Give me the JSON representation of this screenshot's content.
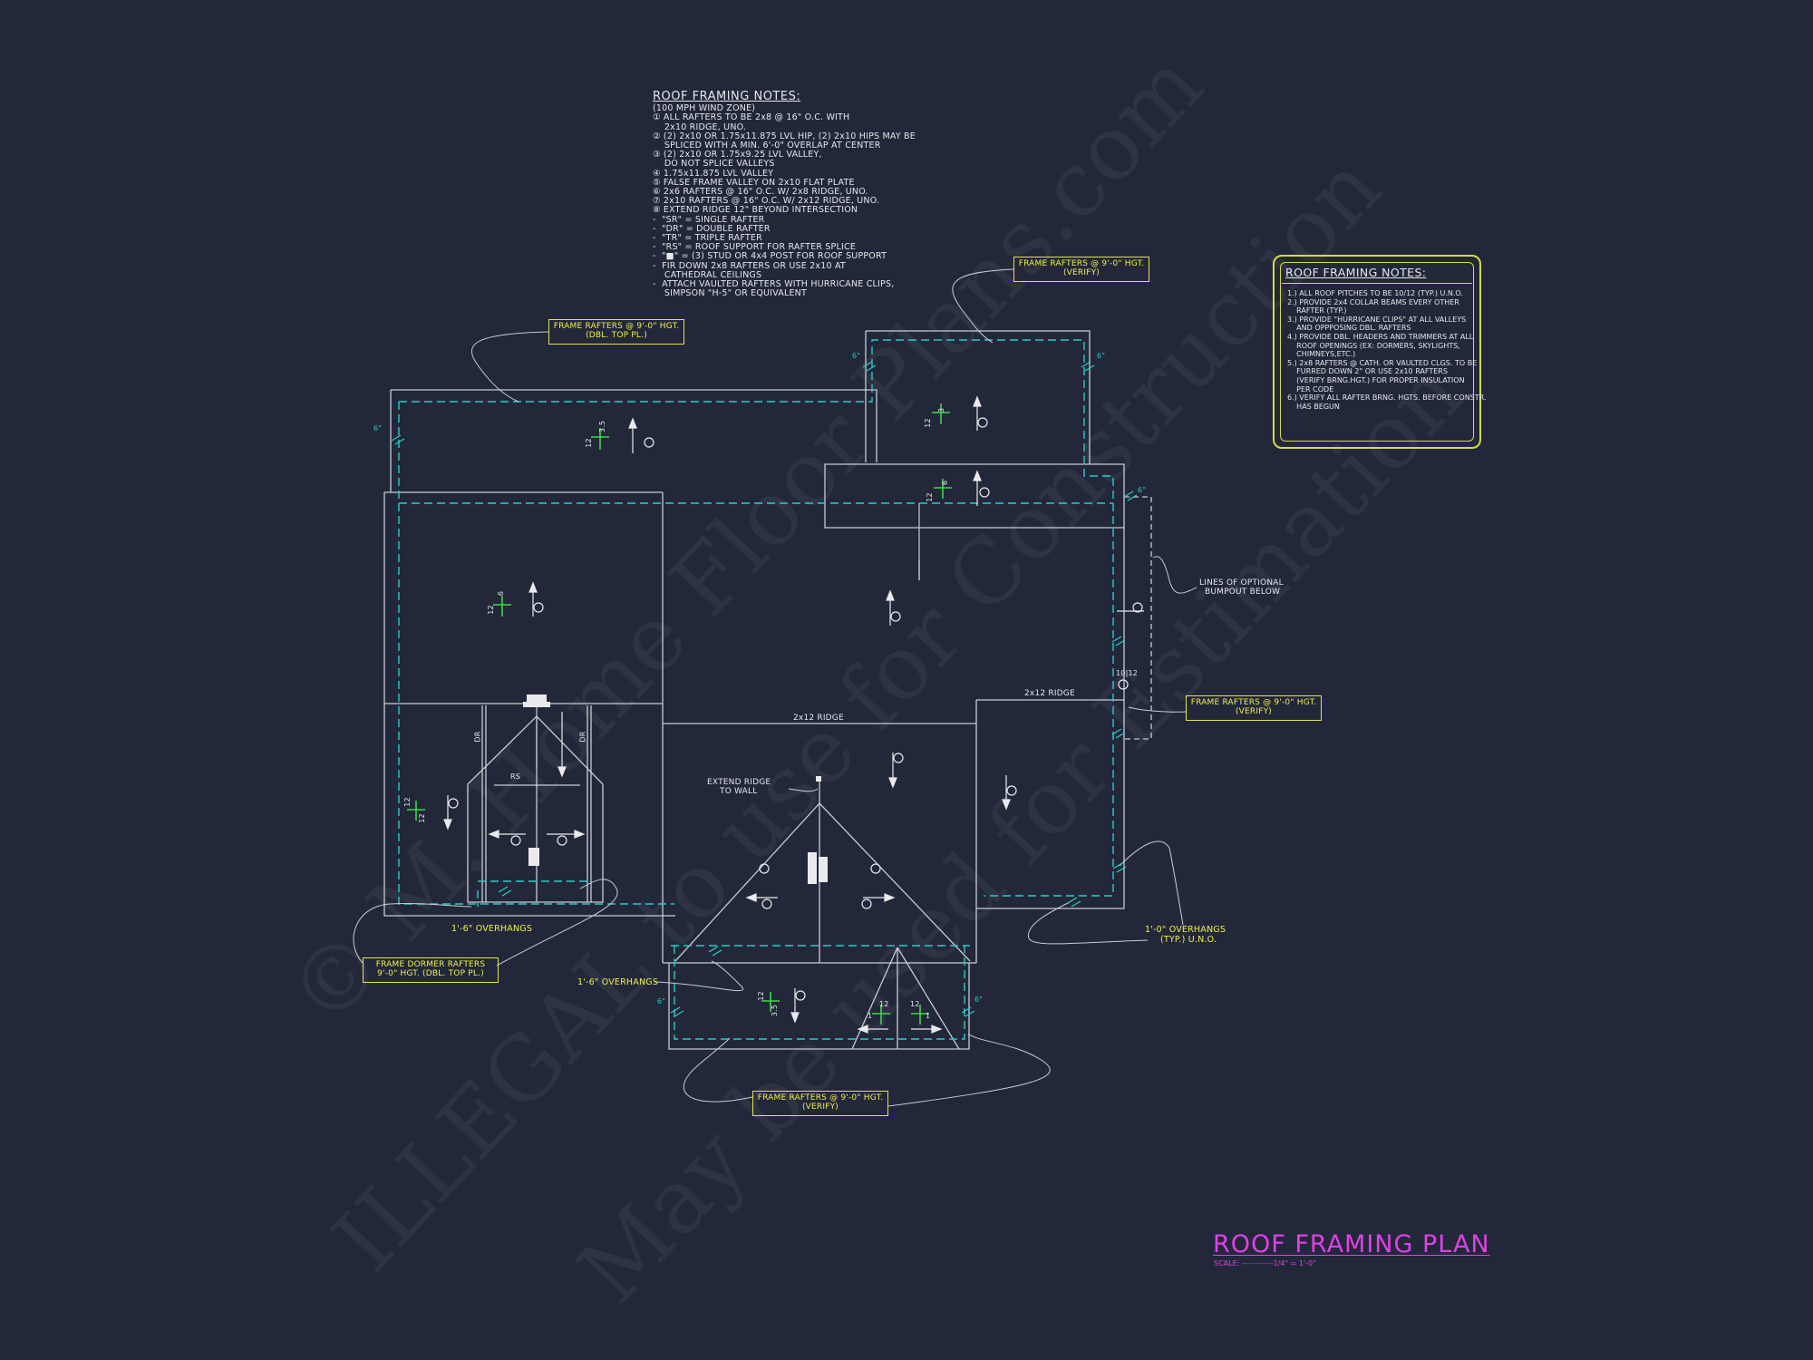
{
  "watermark": {
    "line1": "© M. Home Floor Plans.com",
    "line2": "ILLEGAL to use for Construction",
    "line3": "May be used for Estimation"
  },
  "roof_notes": {
    "title": "ROOF FRAMING NOTES:",
    "lines": [
      "(100 MPH WIND ZONE)",
      "① ALL RAFTERS TO BE 2x8 @ 16\" O.C. WITH",
      "    2x10 RIDGE, UNO.",
      "② (2) 2x10 OR 1.75x11.875 LVL HIP, (2) 2x10 HIPS MAY BE",
      "    SPLICED WITH A MIN. 6'-0\" OVERLAP AT CENTER",
      "③ (2) 2x10 OR 1.75x9.25 LVL VALLEY,",
      "    DO NOT SPLICE VALLEYS",
      "④ 1.75x11.875 LVL VALLEY",
      "⑤ FALSE FRAME VALLEY ON 2x10 FLAT PLATE",
      "⑥ 2x6 RAFTERS @ 16\" O.C. W/ 2x8 RIDGE, UNO.",
      "⑦ 2x10 RAFTERS @ 16\" O.C. W/ 2x12 RIDGE, UNO.",
      "⑧ EXTEND RIDGE 12\" BEYOND INTERSECTION",
      "-  \"SR\" = SINGLE RAFTER",
      "-  \"DR\" = DOUBLE RAFTER",
      "-  \"TR\" = TRIPLE RAFTER",
      "-  \"RS\" = ROOF SUPPORT FOR RAFTER SPLICE",
      "-  \"■\" = (3) STUD OR 4x4 POST FOR ROOF SUPPORT",
      "-  FIR DOWN 2x8 RAFTERS OR USE 2x10 AT",
      "    CATHEDRAL CEILINGS",
      "-  ATTACH VAULTED RAFTERS WITH HURRICANE CLIPS,",
      "    SIMPSON \"H-5\" OR EQUIVALENT"
    ]
  },
  "general_notes": {
    "title": "ROOF FRAMING NOTES:",
    "lines": [
      "1.) ALL ROOF PITCHES TO BE 10/12 (TYP.) U.N.O.",
      "2.) PROVIDE 2x4 COLLAR BEAMS EVERY OTHER",
      "    RAFTER (TYP.)",
      "3.) PROVIDE \"HURRICANE CLIPS\" AT ALL VALLEYS",
      "    AND OPPPOSING DBL. RAFTERS",
      "4.) PROVIDE DBL. HEADERS AND TRIMMERS AT ALL",
      "    ROOF OPENINGS (EX: DORMERS, SKYLIGHTS,",
      "    CHIMNEYS,ETC.)",
      "5.) 2x8 RAFTERS @ CATH. OR VAULTED CLGS. TO BE",
      "    FURRED DOWN 2\" OR USE 2x10 RAFTERS",
      "    (VERIFY BRNG.HGT.) FOR PROPER INSULATION",
      "    PER CODE",
      "6.) VERIFY ALL RAFTER BRNG. HGTS. BEFORE CONSTR.",
      "    HAS BEGUN"
    ]
  },
  "callouts": {
    "top_left": [
      "FRAME RAFTERS @ 9'-0\" HGT.",
      "(DBL. TOP PL.)"
    ],
    "top_right": [
      "FRAME RAFTERS @ 9'-0\" HGT.",
      "(VERIFY)"
    ],
    "right": [
      "FRAME RAFTERS @ 9'-0\" HGT.",
      "(VERIFY)"
    ],
    "dormer": [
      "FRAME DORMER RAFTERS",
      "9'-0\" HGT. (DBL. TOP PL.)"
    ],
    "bottom": [
      "FRAME RAFTERS @ 9'-0\" HGT.",
      "(VERIFY)"
    ]
  },
  "labels": {
    "ridge_left": "2x12 RIDGE",
    "ridge_right": "2x12 RIDGE",
    "extend_ridge_1": "EXTEND RIDGE",
    "extend_ridge_2": "TO WALL",
    "bumpout_1": "LINES OF OPTIONAL",
    "bumpout_2": "BUMPOUT BELOW",
    "rs": "RS",
    "dr_left": "DR",
    "dr_right": "DR",
    "overhang_left": "1'-6\" OVERHANGS",
    "overhang_bottom": "1'-6\" OVERHANGS",
    "overhang_right_1": "1'-0\" OVERHANGS",
    "overhang_right_2": "(TYP.) U.N.O.",
    "dim_6in": "6\"",
    "dim_10_12": "10|12",
    "pitch_12": "12",
    "pitch_35": "3.5",
    "pitch_3": "3",
    "pitch_6": "6",
    "pitch_1": "1"
  },
  "title": {
    "text": "ROOF FRAMING PLAN",
    "scale": "SCALE: ------------1/4\" = 1'-0\""
  },
  "colors": {
    "background": "#222839",
    "wall_lines": "#c9cbd4",
    "overhang_dash": "#2ec9c9",
    "callout_yellow": "#f2ee4d",
    "title_magenta": "#e040e8",
    "pitch_green": "#3fd64a"
  }
}
